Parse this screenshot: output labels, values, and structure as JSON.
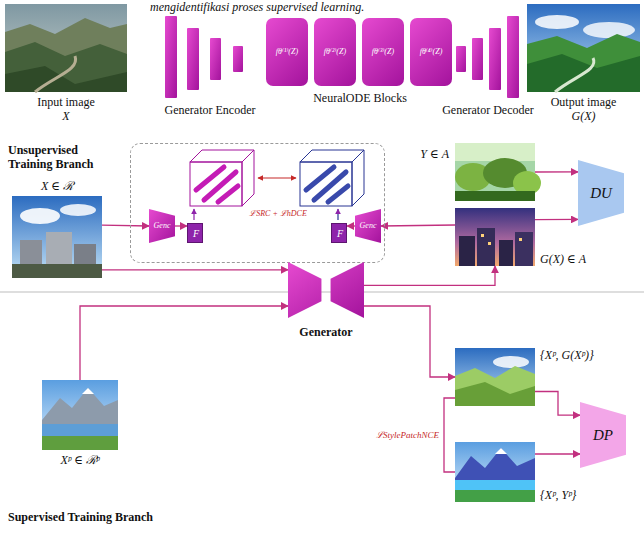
{
  "diagram": {
    "nodes": [
      {
        "text": [
          "Input image",
          "X"
        ]
      },
      {
        "text": [
          "Generator Encoder"
        ]
      },
      {
        "text": [
          "NeuralODE Blocks"
        ]
      },
      {
        "text": [
          "fθ⁽¹⁾(Z)"
        ],
        "in": 2
      },
      {
        "text": [
          "fθ⁽²⁾(Z)"
        ],
        "in": 2
      },
      {
        "text": [
          "fθ⁽³⁾(Z)"
        ],
        "in": 2
      },
      {
        "text": [
          "fθ⁽⁴⁾(Z)"
        ],
        "in": 2
      },
      {
        "text": [
          "Generator Decoder"
        ]
      },
      {
        "text": [
          "Output image",
          "G(X)"
        ]
      },
      {
        "text": [
          "X ∈ ℛ"
        ]
      },
      {
        "text": [
          "ℒSRC + ℒhDCE"
        ]
      },
      {
        "text": [
          "Genc"
        ],
        "in": 10
      },
      {
        "text": [
          "F"
        ],
        "in": 10
      },
      {
        "text": [
          "F"
        ],
        "in": 10
      },
      {
        "text": [
          "Genc"
        ],
        "in": 10
      },
      {
        "text": [
          "Y ∈ A"
        ]
      },
      {
        "text": [
          "G(X) ∈ A"
        ]
      },
      {
        "text": [
          "DU"
        ]
      },
      {
        "text": [
          "Generator"
        ]
      },
      {
        "text": [
          "Xᵖ ∈ ℛᵖ"
        ]
      },
      {
        "text": [
          "{Xᵖ, G(Xᵖ)}"
        ]
      },
      {
        "text": [
          "{Xᵖ, Yᵖ}"
        ]
      },
      {
        "text": [
          "DP"
        ]
      }
    ],
    "edges": [
      {
        "from": 9,
        "to": 11,
        "arrow": "to"
      },
      {
        "from": 11,
        "to": 12,
        "arrow": "to"
      },
      {
        "from": 14,
        "to": 13,
        "arrow": "to"
      },
      {
        "from": 16,
        "to": 14,
        "arrow": "to"
      },
      {
        "from": 15,
        "to": 17,
        "arrow": "to"
      },
      {
        "from": 16,
        "to": 17,
        "arrow": "to"
      },
      {
        "from": 9,
        "to": 18,
        "arrow": "to"
      },
      {
        "from": 18,
        "to": 16,
        "arrow": "to"
      },
      {
        "from": 19,
        "to": 18,
        "arrow": "to"
      },
      {
        "from": 18,
        "to": 20,
        "arrow": "to"
      },
      {
        "from": 20,
        "to": 21,
        "label": "ℒStylePatchNCE",
        "arrow": "none"
      },
      {
        "from": 20,
        "to": 22,
        "arrow": "to"
      },
      {
        "from": 21,
        "to": 22,
        "arrow": "to"
      }
    ],
    "labels": [
      "mengidentifikasi proses supervised learning.",
      "Unsupervised Training Branch",
      "Supervised Training Branch"
    ]
  }
}
